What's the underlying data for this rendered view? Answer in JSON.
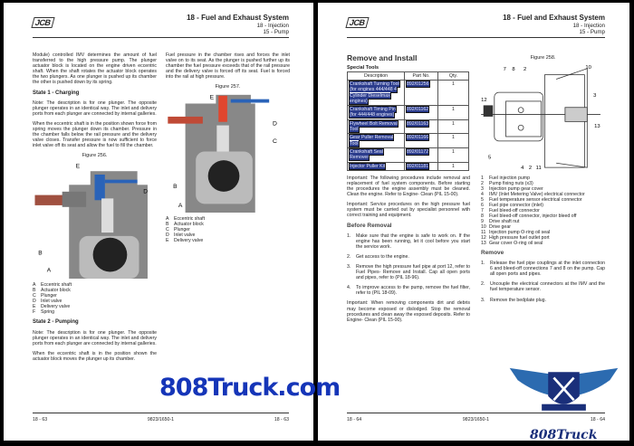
{
  "header": {
    "chapter": "18 - Fuel and Exhaust System",
    "section": "18 - Injection",
    "subsection": "15 - Pump",
    "logo": "JCB"
  },
  "left": {
    "col1_intro": "Module) controlled IMV determines the amount of fuel transferred to the high pressure pump. The plunger actuator block is located on the engine driven eccentric shaft. When the shaft rotates the actuator block operates the two plungers. As one plunger is pushed up its chamber the other is pushed down by its spring.",
    "state1_heading": "State 1 - Charging",
    "state1_note": "Note: The description is for one plunger. The opposite plunger operates in an identical way. The inlet and delivery ports from each plunger are connected by internal galleries.",
    "state1_text": "When the eccentric shaft is in the position shown force from spring moves the plunger down its chamber. Pressure in the chamber falls below the rail pressure and the delivery valve closes. Transfer pressure is now sufficient to force inlet valve off its seat and allow the fuel to fill the chamber.",
    "fig256": {
      "caption": "Figure 256.",
      "legend": [
        [
          "A",
          "Eccentric shaft"
        ],
        [
          "B",
          "Actuator block"
        ],
        [
          "C",
          "Plunger"
        ],
        [
          "D",
          "Inlet valve"
        ],
        [
          "E",
          "Delivery valve"
        ],
        [
          "F",
          "Spring"
        ]
      ]
    },
    "state2_heading": "State 2 - Pumping",
    "state2_note": "Note: The description is for one plunger. The opposite plunger operates in an identical way. The inlet and delivery ports from each plunger are connected by internal galleries.",
    "state2_text": "When the eccentric shaft is in the position shown the actuator block moves the plunger up its chamber.",
    "col2_text": "Fuel pressure in the chamber rises and forces the inlet valve on to its seat. As the plunger is pushed further up its chamber the fuel pressure exceeds that of the rail pressure and the delivery valve is forced off its seat. Fuel is forced into the rail at high pressure.",
    "fig257": {
      "caption": "Figure 257.",
      "legend": [
        [
          "A",
          "Eccentric shaft"
        ],
        [
          "B",
          "Actuator block"
        ],
        [
          "C",
          "Plunger"
        ],
        [
          "D",
          "Inlet valve"
        ],
        [
          "E",
          "Delivery valve"
        ]
      ]
    },
    "footer": {
      "left": "18 - 63",
      "center": "9823/1650-1",
      "right": "18 - 63"
    }
  },
  "right": {
    "title": "Remove and Install",
    "tools_heading": "Special Tools",
    "table": {
      "headers": [
        "Description",
        "Part No.",
        "Qty."
      ],
      "rows": [
        [
          "Crankshaft Turning Tool (for engines 444/448 4 Cylinder Dieselmax engines)",
          "892/01256",
          "1"
        ],
        [
          "Crankshaft Timing Pin (for 444/448 engines)",
          "892/01162",
          "1"
        ],
        [
          "Flywheel Bolt Removal Tool",
          "892/01163",
          "1"
        ],
        [
          "Gear Puller Removal Tool",
          "892/01166",
          "1"
        ],
        [
          "Crankshaft Seal Remover",
          "892/01172",
          "1"
        ],
        [
          "Injector Puller Kit",
          "892/01181",
          "1"
        ]
      ]
    },
    "important1": "Important: The following procedures include removal and replacement of fuel system components. Before starting the procedures the engine assembly must be cleaned. Clean the engine. Refer to Engine- Clean (PIL 15-00).",
    "important2": "Important: Service procedures on the high pressure fuel system must be carried out by specialist personnel with correct training and equipment.",
    "before_heading": "Before Removal",
    "before_steps": [
      [
        "1.",
        "Make sure that the engine is safe to work on. If the engine has been running, let it cool before you start the service work."
      ],
      [
        "2.",
        "Get access to the engine."
      ],
      [
        "3.",
        "Remove the high pressure fuel pipe at port 12, refer to Fuel Pipes- Remove and Install. Cap all open ports and pipes, refer to (PIL 18-96)."
      ],
      [
        "4.",
        "To improve access to the pump, remove the fuel filter, refer to (PIL 18-09)."
      ]
    ],
    "important3": "Important: When removing components dirt and debris may become exposed or dislodged. Stop the removal procedures and clean away the exposed deposits. Refer to Engine- Clean (PIL 15-00).",
    "fig258": {
      "caption": "Figure 258.",
      "legend": [
        [
          "1",
          "Fuel injection pump"
        ],
        [
          "2",
          "Pump fixing nuts (x3)"
        ],
        [
          "3",
          "Injection pump gear cover"
        ],
        [
          "4",
          "IMV (Inlet Metering Valve) electrical connector"
        ],
        [
          "5",
          "Fuel temperature sensor electrical connector"
        ],
        [
          "6",
          "Fuel pipe connector (inlet)"
        ],
        [
          "7",
          "Fuel bleed-off connector"
        ],
        [
          "8",
          "Fuel bleed-off connector, injector bleed off"
        ],
        [
          "9",
          "Drive shaft nut"
        ],
        [
          "10",
          "Drive gear"
        ],
        [
          "11",
          "Injection pump O-ring oil seal"
        ],
        [
          "12",
          "High pressure fuel outlet port"
        ],
        [
          "13",
          "Gear cover O-ring oil seal"
        ]
      ]
    },
    "remove_heading": "Remove",
    "remove_steps": [
      [
        "1.",
        "Release the fuel pipe couplings at the inlet connection 6 and bleed-off connections 7 and 8 on the pump. Cap all open ports and pipes."
      ],
      [
        "2.",
        "Uncouple the electrical connectors at the IMV and the fuel temperature sensor."
      ],
      [
        "3.",
        "Remove the bedplate plug."
      ]
    ],
    "footer": {
      "left": "18 - 64",
      "center": "9823/1650-1",
      "right": "18 - 64"
    }
  },
  "watermark": {
    "text": "808Truck.com",
    "logo_text": "808Truck"
  },
  "colors": {
    "highlight": "#2b3c8c",
    "watermark": "#1535b8",
    "red": "#e0462e",
    "blue": "#2a63b8"
  }
}
